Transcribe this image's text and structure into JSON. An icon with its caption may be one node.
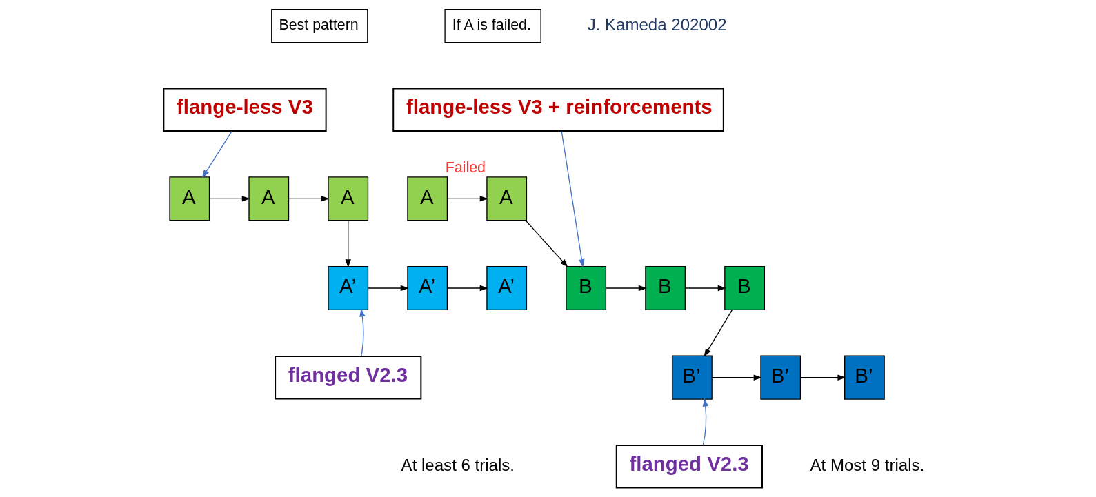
{
  "diagram": {
    "nodes": [
      {
        "text": [
          "Best pattern"
        ]
      },
      {
        "text": [
          "flange-less V3"
        ]
      },
      {
        "text": [
          "A"
        ]
      },
      {
        "text": [
          "A"
        ]
      },
      {
        "text": [
          "A"
        ]
      },
      {
        "text": [
          "A’"
        ]
      },
      {
        "text": [
          "A’"
        ]
      },
      {
        "text": [
          "A’"
        ]
      },
      {
        "text": [
          "flanged V2.3"
        ]
      },
      {
        "text": [
          "If A is failed."
        ]
      },
      {
        "text": [
          "A"
        ]
      },
      {
        "text": [
          "A"
        ],
        "beside": [
          "Failed"
        ]
      },
      {
        "text": [
          "flange-less V3 + reinforcements"
        ]
      },
      {
        "text": [
          "B"
        ]
      },
      {
        "text": [
          "B"
        ]
      },
      {
        "text": [
          "B"
        ]
      },
      {
        "text": [
          "B’"
        ]
      },
      {
        "text": [
          "B’"
        ]
      },
      {
        "text": [
          "B’"
        ]
      },
      {
        "text": [
          "flanged V2.3"
        ]
      }
    ],
    "edges": [
      {
        "from": 1,
        "to": 2,
        "arrow": "to",
        "color": "#4472c4"
      },
      {
        "from": 2,
        "to": 3,
        "arrow": "to"
      },
      {
        "from": 3,
        "to": 4,
        "arrow": "to"
      },
      {
        "from": 4,
        "to": 5,
        "arrow": "to"
      },
      {
        "from": 5,
        "to": 6,
        "arrow": "to"
      },
      {
        "from": 6,
        "to": 7,
        "arrow": "to"
      },
      {
        "from": 8,
        "to": 5,
        "arrow": "to",
        "color": "#4472c4"
      },
      {
        "from": 10,
        "to": 11,
        "arrow": "to"
      },
      {
        "from": 11,
        "to": 13,
        "arrow": "to"
      },
      {
        "from": 12,
        "to": 13,
        "arrow": "to",
        "color": "#4472c4"
      },
      {
        "from": 13,
        "to": 14,
        "arrow": "to"
      },
      {
        "from": 14,
        "to": 15,
        "arrow": "to"
      },
      {
        "from": 15,
        "to": 16,
        "arrow": "to"
      },
      {
        "from": 16,
        "to": 17,
        "arrow": "to"
      },
      {
        "from": 17,
        "to": 18,
        "arrow": "to"
      },
      {
        "from": 19,
        "to": 16,
        "arrow": "to",
        "color": "#4472c4"
      }
    ],
    "labels": [
      "J. Kameda 202002",
      "At least 6 trials.",
      "At Most 9 trials."
    ]
  }
}
